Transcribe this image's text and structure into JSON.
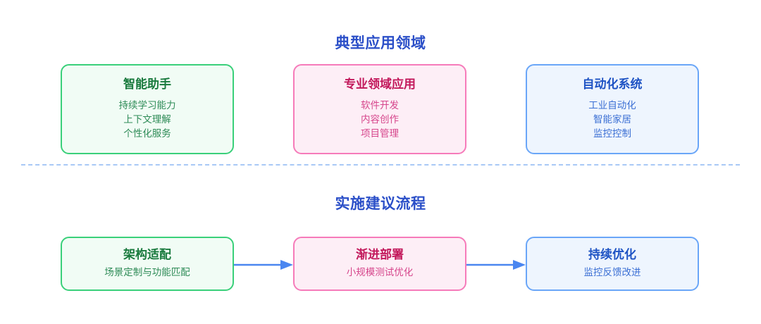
{
  "sections": [
    {
      "id": "typical-applications",
      "title": "典型应用领域",
      "cards": [
        {
          "theme": "green",
          "title": "智能助手",
          "items": [
            "持续学习能力",
            "上下文理解",
            "个性化服务"
          ]
        },
        {
          "theme": "pink",
          "title": "专业领域应用",
          "items": [
            "软件开发",
            "内容创作",
            "项目管理"
          ]
        },
        {
          "theme": "blue",
          "title": "自动化系统",
          "items": [
            "工业自动化",
            "智能家居",
            "监控控制"
          ]
        }
      ]
    },
    {
      "id": "implementation-flow",
      "title": "实施建议流程",
      "cards": [
        {
          "theme": "green",
          "title": "架构适配",
          "items": [
            "场景定制与功能匹配"
          ]
        },
        {
          "theme": "pink",
          "title": "渐进部署",
          "items": [
            "小规模测试优化"
          ]
        },
        {
          "theme": "blue",
          "title": "持续优化",
          "items": [
            "监控反馈改进"
          ]
        }
      ],
      "connectors": [
        {
          "from": "架构适配",
          "to": "渐进部署",
          "icon": "arrow-right-icon"
        },
        {
          "from": "渐进部署",
          "to": "持续优化",
          "icon": "arrow-right-icon"
        }
      ]
    }
  ],
  "colors": {
    "section_title": "#2b4fc8",
    "divider": "#a9c9f6",
    "arrow": "#4a86f0",
    "green_border": "#3ad07a",
    "green_bg": "#f1fcf5",
    "pink_border": "#f67bba",
    "pink_bg": "#fdeef6",
    "blue_border": "#6aa6f8",
    "blue_bg": "#eef5fe"
  }
}
